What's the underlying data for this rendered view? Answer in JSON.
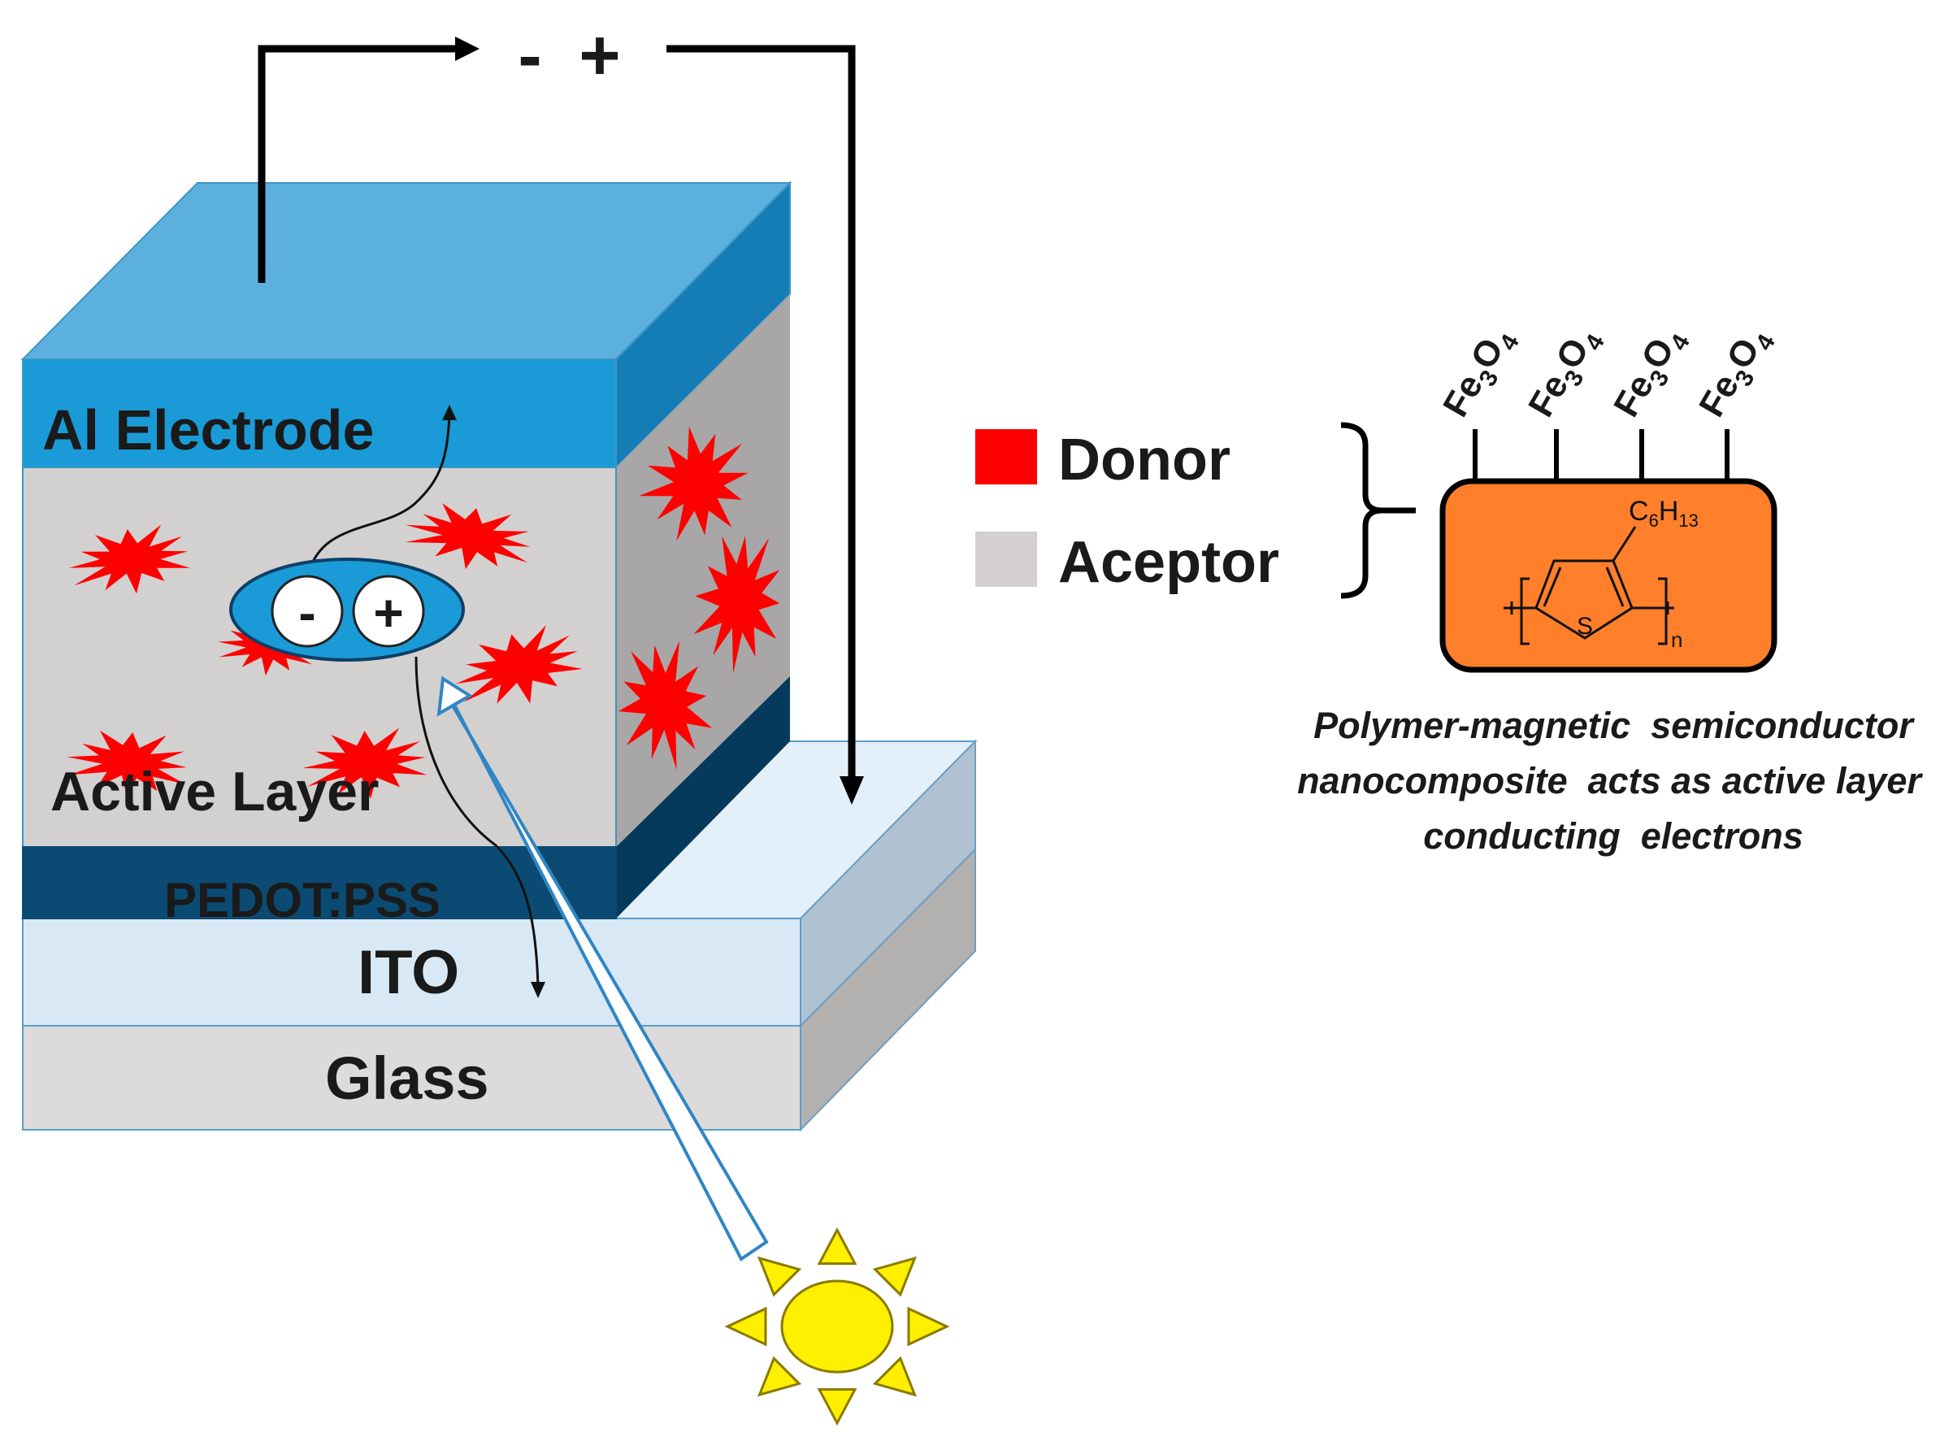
{
  "circuit": {
    "minus": "-",
    "plus": "+"
  },
  "layers": {
    "electrode": "Al Electrode",
    "active": "Active Layer",
    "pedot": "PEDOT:PSS",
    "ito": "ITO",
    "glass": "Glass"
  },
  "exciton": {
    "minus": "-",
    "plus": "+"
  },
  "legend": {
    "donor": {
      "label": "Donor",
      "color": "#ff0000"
    },
    "acceptor": {
      "label": "Aceptor",
      "color": "#d4d0d0"
    }
  },
  "polymer": {
    "fe_main": "Fe",
    "fe_sub3": "3",
    "fe_o": "O",
    "fe_sub4": "4",
    "side_c": "C",
    "side_sub6": "6",
    "side_h": "H",
    "side_sub13": "13",
    "sulfur": "S",
    "repeat_n": "n",
    "fill": "#ff7f2a",
    "caption": [
      "Polymer-magnetic  semiconductor",
      "nanocomposite  acts as active layer",
      "conducting  electrons"
    ]
  },
  "colors": {
    "electrode_top": "#5cb0de",
    "electrode_front": "#1a9bd7",
    "electrode_side": "#147db5",
    "active_front": "#d3d0d0",
    "active_side": "#a8a6a6",
    "pedot_front": "#0b4a72",
    "pedot_side": "#063a5c",
    "ito_front": "#d9e8f5",
    "ito_top": "#e3eff9",
    "ito_side": "#b0c2d1",
    "glass_front": "#dcdada",
    "glass_side": "#b3b0b0",
    "sun": "#ffef00"
  }
}
